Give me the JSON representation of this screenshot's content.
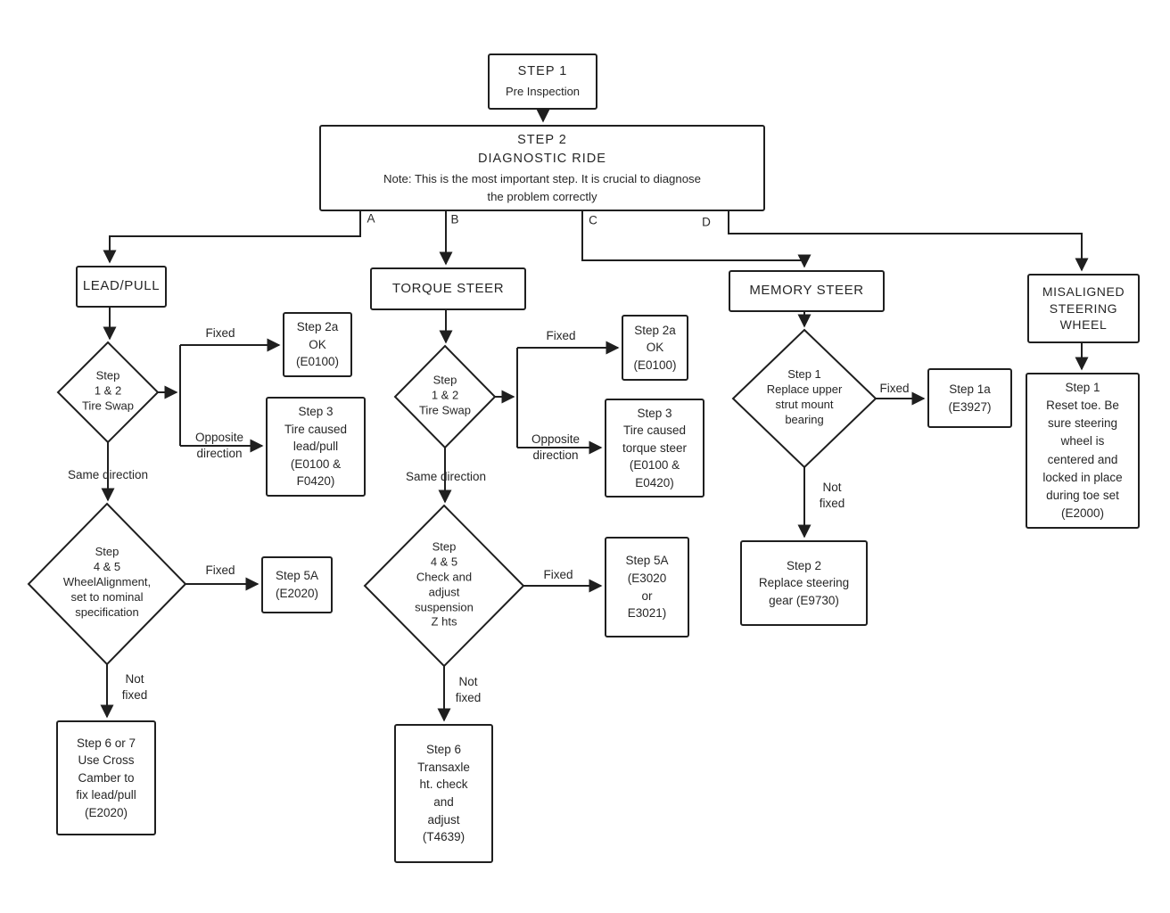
{
  "colors": {
    "ink": "#1f1f1f",
    "paper": "#ffffff"
  },
  "diagram": {
    "start": {
      "step1_title": "STEP 1",
      "step1_subtitle": "Pre Inspection",
      "step2_title": "STEP 2",
      "step2_subtitle": "DIAGNOSTIC RIDE",
      "step2_note": "Note: This is the most important step.  It is crucial to diagnose\nthe problem correctly"
    },
    "branch_letters": {
      "a": "A",
      "b": "B",
      "c": "C",
      "d": "D"
    },
    "lead_pull": {
      "header": "LEAD/PULL",
      "tire_swap": "Step\n1 & 2\nTire Swap",
      "fixed1": "Fixed",
      "step2a": "Step 2a\nOK\n(E0100)",
      "opposite": "Opposite\ndirection",
      "step3": "Step 3\nTire caused\nlead/pull\n(E0100 &\nF0420)",
      "same": "Same direction",
      "alignment": "Step\n4 & 5\nWheelAlignment,\nset to nominal\nspecification",
      "fixed2": "Fixed",
      "step5a": "Step 5A\n(E2020)",
      "not_fixed": "Not\nfixed",
      "step6or7": "Step 6 or 7\nUse Cross\nCamber to\nfix lead/pull\n(E2020)"
    },
    "torque_steer": {
      "header": "TORQUE STEER",
      "tire_swap": "Step\n1 & 2\nTire Swap",
      "fixed1": "Fixed",
      "step2a": "Step 2a\nOK\n(E0100)",
      "opposite": "Opposite\ndirection",
      "step3": "Step 3\nTire caused\ntorque steer\n(E0100 &\nE0420)",
      "same": "Same direction",
      "suspension": "Step\n4 & 5\nCheck and\nadjust\nsuspension\nZ hts",
      "fixed2": "Fixed",
      "step5a": "Step 5A\n(E3020\nor\nE3021)",
      "not_fixed": "Not\nfixed",
      "step6": "Step 6\nTransaxle\nht. check\nand\nadjust\n(T4639)"
    },
    "memory_steer": {
      "header": "MEMORY STEER",
      "strut": "Step 1\nReplace upper\nstrut mount\nbearing",
      "fixed": "Fixed",
      "step1a": "Step 1a\n(E3927)",
      "not_fixed": "Not\nfixed",
      "step2": "Step 2\nReplace steering\ngear (E9730)"
    },
    "misaligned": {
      "header": "MISALIGNED\nSTEERING\nWHEEL",
      "step1": "Step 1\nReset toe. Be\nsure steering\nwheel is\ncentered and\nlocked in place\nduring toe set\n(E2000)"
    }
  }
}
